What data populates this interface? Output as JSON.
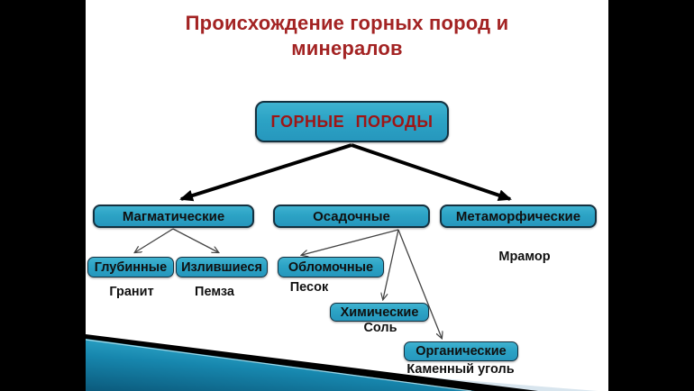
{
  "slide": {
    "title": "Происхождение горных пород и минералов",
    "colors": {
      "title_red": "#A32323",
      "root_text_red": "#9E1515",
      "box_fill_teal": "#2CA3C5",
      "box_border": "#14303F",
      "deco_teal_bright": "#3FBBDB",
      "deco_teal_dark": "#0B5A7C",
      "deco_pale_blue": "#D8E5EE",
      "letterbox_black": "#000000"
    }
  },
  "diagram": {
    "root": {
      "label": "ГОРНЫЕ ПОРОДЫ"
    },
    "level1": [
      {
        "label": "Магматические"
      },
      {
        "label": "Осадочные"
      },
      {
        "label": "Метаморфические",
        "example": "Мрамор"
      }
    ],
    "level2": [
      {
        "label": "Глубинные",
        "example": "Гранит"
      },
      {
        "label": "Излившиеся",
        "example": "Пемза"
      },
      {
        "label": "Обломочные",
        "example": "Песок"
      },
      {
        "label": "Химические",
        "example": "Соль"
      },
      {
        "label": "Органические",
        "example": "Каменный уголь"
      }
    ]
  }
}
